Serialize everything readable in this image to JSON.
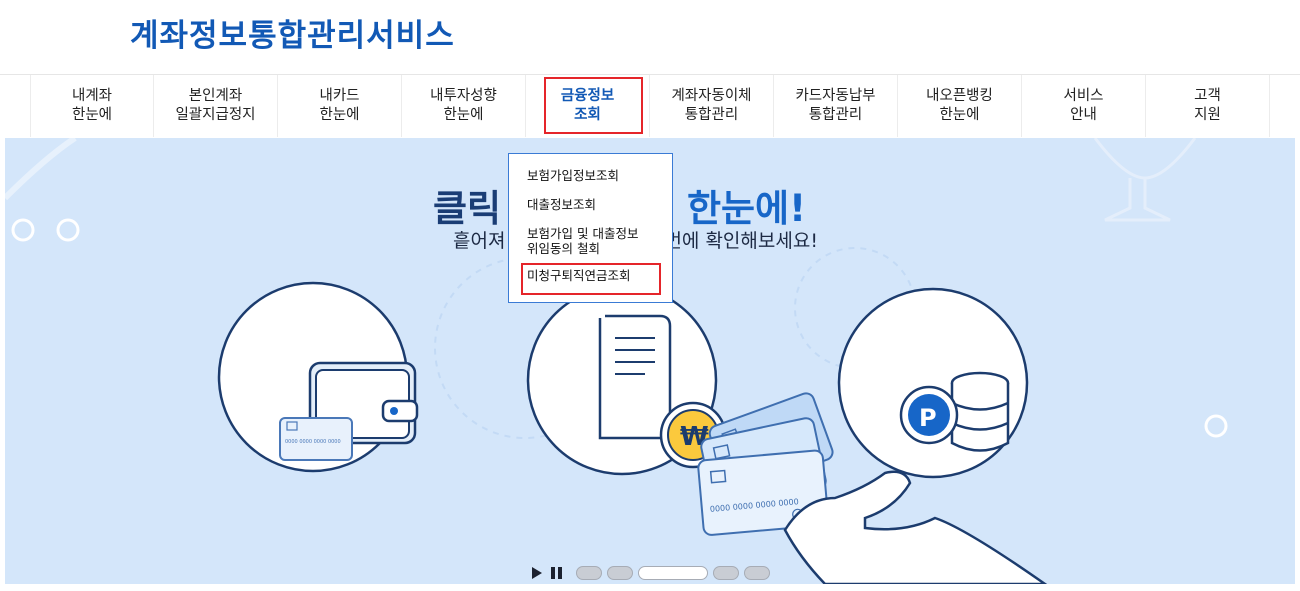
{
  "site": {
    "title": "계좌정보통합관리서비스"
  },
  "nav": {
    "items": [
      {
        "label": "내계좌\n한눈에"
      },
      {
        "label": "본인계좌\n일괄지급정지"
      },
      {
        "label": "내카드\n한눈에"
      },
      {
        "label": "내투자성향\n한눈에"
      },
      {
        "label": "금융정보\n조회"
      },
      {
        "label": "계좌자동이체\n통합관리"
      },
      {
        "label": "카드자동납부\n통합관리"
      },
      {
        "label": "내오픈뱅킹\n한눈에"
      },
      {
        "label": "서비스\n안내"
      },
      {
        "label": "고객\n지원"
      }
    ],
    "active_index": 4
  },
  "dropdown": {
    "items": [
      {
        "label": "보험가입정보조회"
      },
      {
        "label": "대출정보조회"
      },
      {
        "label": "보험가입 및 대출정보\n위임동의 철회"
      },
      {
        "label": "미청구퇴직연금조회"
      }
    ]
  },
  "banner": {
    "headline_start": "클릭",
    "headline_end": "서 카드 한눈에!",
    "subline_start": "흩어져",
    "subline_end": "을 한번에 확인해보세요!"
  },
  "slider": {
    "count": 5,
    "active_index": 2
  },
  "colors": {
    "brand": "#1259b5",
    "highlight": "#e5252a",
    "banner_bg": "#d4e6fa"
  }
}
